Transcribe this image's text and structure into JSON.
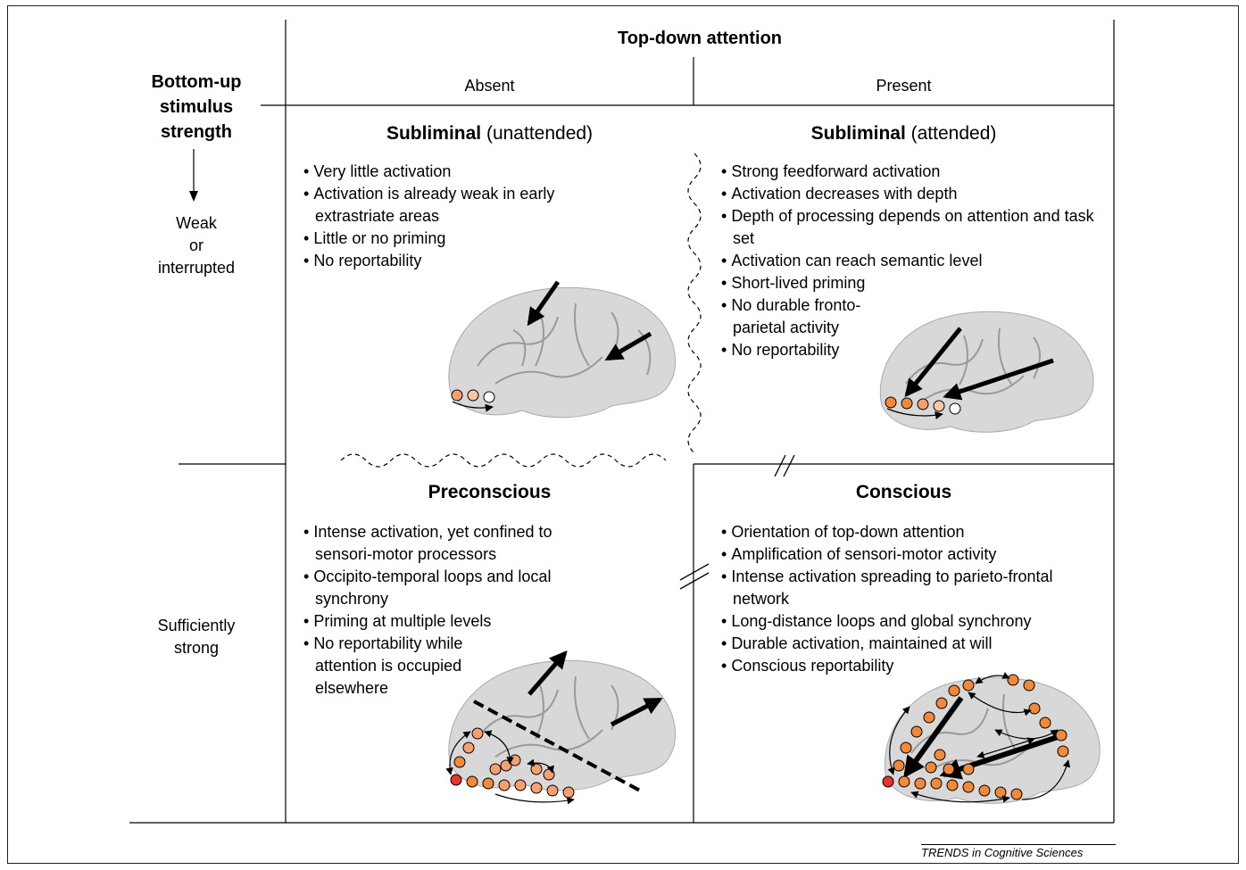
{
  "header": {
    "top_down": "Top-down attention",
    "absent": "Absent",
    "present": "Present",
    "bottom_up": [
      "Bottom-up",
      "stimulus",
      "strength"
    ]
  },
  "rows": {
    "weak": [
      "Weak",
      "or",
      "interrupted"
    ],
    "strong": [
      "Sufficiently",
      "strong"
    ]
  },
  "quadrants": {
    "subliminal_unattended": {
      "title_bold": "Subliminal",
      "title_rest": " (unattended)",
      "bullets": [
        "Very little activation",
        "Activation is already weak in early extrastriate areas",
        "Little or no priming",
        "No reportability"
      ]
    },
    "subliminal_attended": {
      "title_bold": "Subliminal",
      "title_rest": " (attended)",
      "bullets": [
        "Strong feedforward activation",
        "Activation decreases with depth",
        "Depth of processing depends on attention and task set",
        "Activation can reach semantic level",
        "Short-lived priming",
        "No durable fronto-parietal activity",
        "No reportability"
      ]
    },
    "preconscious": {
      "title_bold": "Preconscious",
      "title_rest": "",
      "bullets": [
        "Intense activation, yet confined to sensori-motor processors",
        "Occipito-temporal loops and local synchrony",
        "Priming at multiple levels",
        "No reportability while attention is occupied elsewhere"
      ]
    },
    "conscious": {
      "title_bold": "Conscious",
      "title_rest": "",
      "bullets": [
        "Orientation of top-down attention",
        "Amplification of sensori-motor activity",
        "Intense activation spreading to parieto-frontal network",
        "Long-distance loops and global synchrony",
        "Durable activation, maintained at will",
        "Conscious reportability"
      ]
    }
  },
  "credit": "TRENDS in Cognitive Sciences",
  "colors": {
    "node_red": "#e8342a",
    "node_dark_orange": "#f08a3a",
    "node_mid_orange": "#f4a070",
    "node_light_orange": "#f8c8a4",
    "node_white": "#ffffff",
    "brain_fill": "#d8d8d8",
    "line": "#000000"
  }
}
